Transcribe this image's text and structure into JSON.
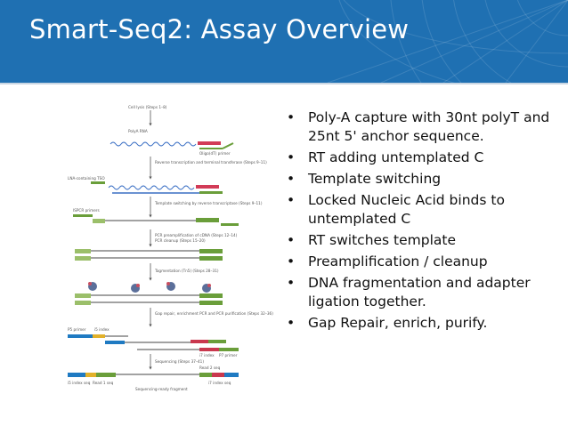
{
  "slide": {
    "title": "Smart-Seq2: Assay Overview",
    "colors": {
      "header": "#1f70b2",
      "text": "#111111"
    }
  },
  "bullets": [
    "Poly-A capture with 30nt polyT and 25nt 5' anchor sequence.",
    "RT adding untemplated C",
    "Template switching",
    "Locked Nucleic Acid binds to untemplated C",
    "RT switches template",
    "Preamplification / cleanup",
    "DNA fragmentation and adapter ligation together.",
    "Gap Repair, enrich, purify."
  ],
  "bullet_symbol": "•",
  "figure": {
    "steps": [
      "Cell lysis (Steps 1–8)",
      "PolyA RNA",
      "Oligo(dT) primer",
      "Reverse transcription and terminal transferase (Steps 9–11)",
      "LNA-containing TSO",
      "Template switching by reverse transcriptase (Steps 9–11)",
      "ISPCR primers",
      "PCR preamplification of cDNA (Steps 12–14)",
      "PCR cleanup (Steps 15–20)",
      "Tagmentation (Tn5) (Steps 28–31)",
      "Gap repair, enrichment PCR and PCR purification (Steps 32–36)",
      "P5 primer",
      "i5 index",
      "i7 index",
      "P7 primer",
      "Sequencing (Steps 37–41)",
      "Read 2 seq",
      "i5 index seq",
      "Read 1 seq",
      "i7 index seq",
      "Sequencing-ready fragment"
    ]
  }
}
